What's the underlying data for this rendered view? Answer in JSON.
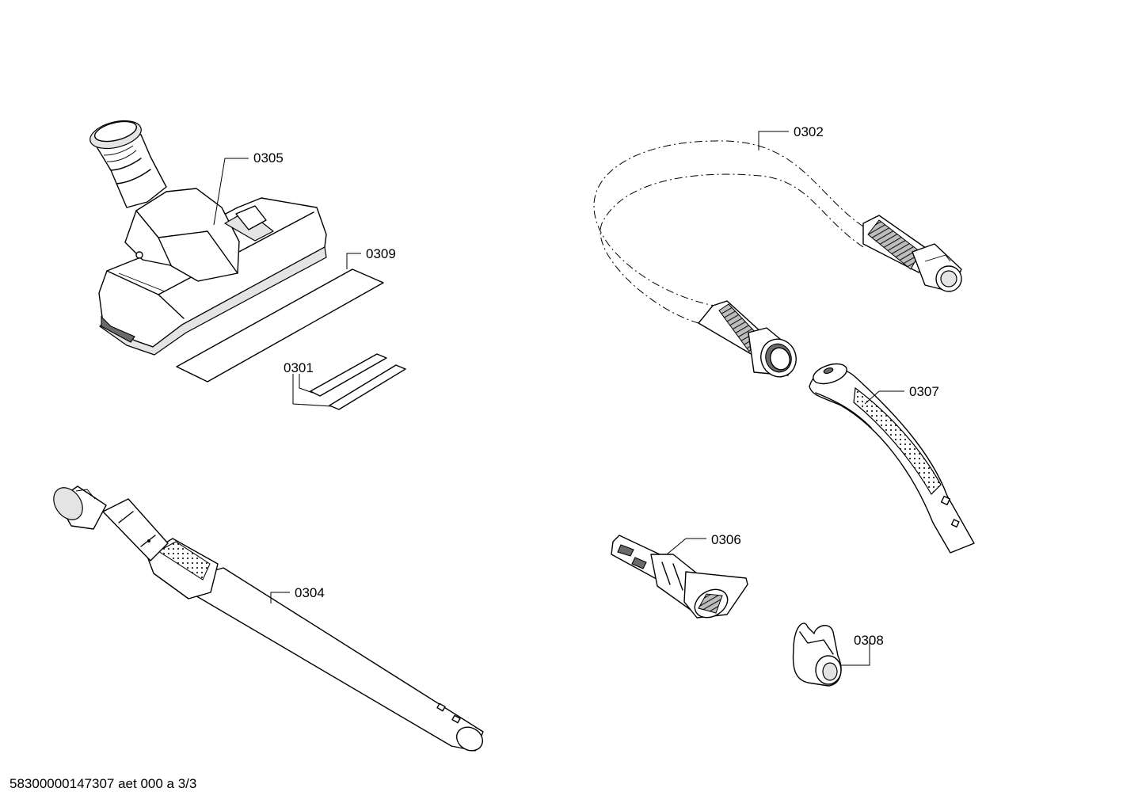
{
  "parts": {
    "p0305": "0305",
    "p0309": "0309",
    "p0301": "0301",
    "p0302": "0302",
    "p0307": "0307",
    "p0306": "0306",
    "p0304": "0304",
    "p0308": "0308"
  },
  "footer": "58300000147307 aet 000 a 3/3"
}
